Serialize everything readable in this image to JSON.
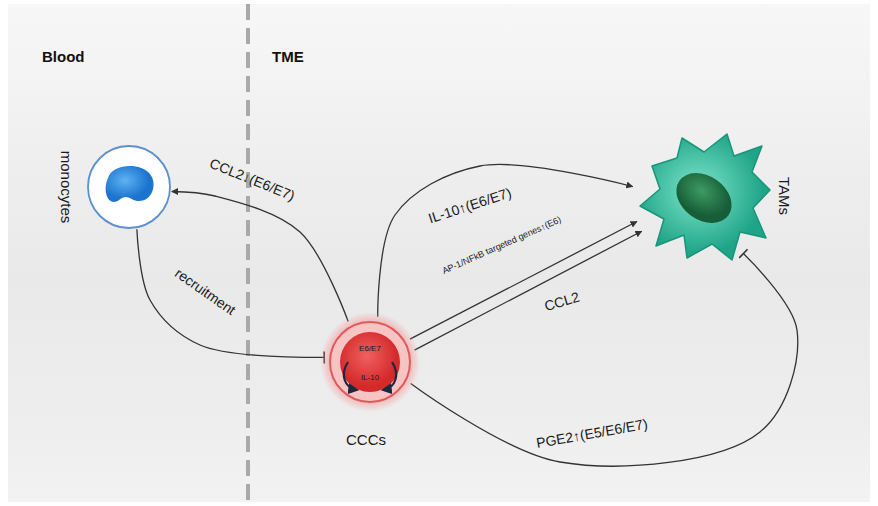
{
  "diagram": {
    "nodes": [
      {
        "text": [
          "monocytes"
        ]
      },
      {
        "text": [
          "TAMs"
        ]
      },
      {
        "text": [
          "E6/E7",
          "IL-10",
          "CCCs"
        ]
      }
    ],
    "edges": [
      {
        "from": 2,
        "to": 0,
        "label": "CCL2↓(E6/E7)",
        "arrow": "to"
      },
      {
        "from": 0,
        "to": 2,
        "label": "recruitment",
        "arrow": "to"
      },
      {
        "from": 2,
        "to": 1,
        "label": "IL-10↑(E6/E7)",
        "arrow": "to"
      },
      {
        "from": 2,
        "to": 1,
        "label": "AP-1/NFkB targeted genes↑(E6)",
        "arrow": "to"
      },
      {
        "from": 2,
        "to": 1,
        "label": "CCL2",
        "arrow": "to"
      },
      {
        "from": 2,
        "to": 1,
        "label": "PGE2↑(E5/E6/E7)",
        "arrow": "to"
      }
    ],
    "labels": [
      "Blood",
      "TME"
    ]
  }
}
